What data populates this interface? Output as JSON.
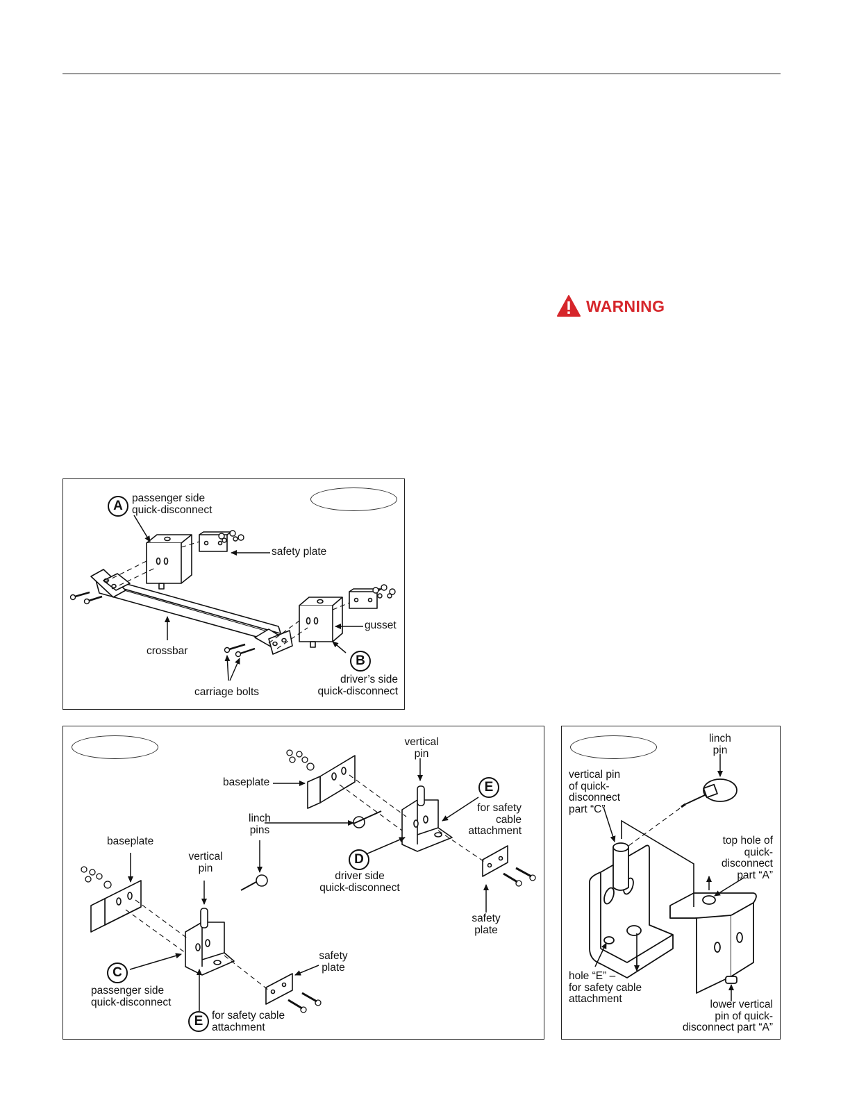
{
  "warning": {
    "text": "WARNING",
    "icon": "warning-triangle-icon",
    "color": "#d6262b"
  },
  "figure1": {
    "labels": {
      "a_circle": "A",
      "passenger_qd": "passenger side\nquick-disconnect",
      "safety_plate": "safety plate",
      "gusset": "gusset",
      "crossbar": "crossbar",
      "b_circle": "B",
      "drivers_qd": "driver’s side\nquick-disconnect",
      "carriage_bolts": "carriage bolts"
    }
  },
  "figure2": {
    "labels": {
      "baseplate_top": "baseplate",
      "vertical_pin_top": "vertical\npin",
      "e_circle_top": "E",
      "safety_cable_top": "for safety\ncable\nattachment",
      "linch_pins": "linch\npins",
      "d_circle": "D",
      "driver_qd": "driver side\nquick-disconnect",
      "safety_plate_right": "safety\nplate",
      "baseplate_left": "baseplate",
      "vertical_pin_left": "vertical\npin",
      "c_circle": "C",
      "passenger_qd": "passenger side\nquick-disconnect",
      "safety_plate_mid": "safety\nplate",
      "e_circle_bottom": "E",
      "safety_cable_bottom": "for safety cable\nattachment"
    }
  },
  "figure3": {
    "labels": {
      "linch_pin": "linch\npin",
      "vertical_pin_c": "vertical pin\nof quick-\ndisconnect\npart “C”",
      "top_hole_a": "top hole of\nquick-\ndisconnect\npart “A”",
      "hole_e": "hole “E” –\nfor safety cable\nattachment",
      "lower_pin_a": "lower vertical\npin of quick-\ndisconnect part “A”"
    }
  }
}
